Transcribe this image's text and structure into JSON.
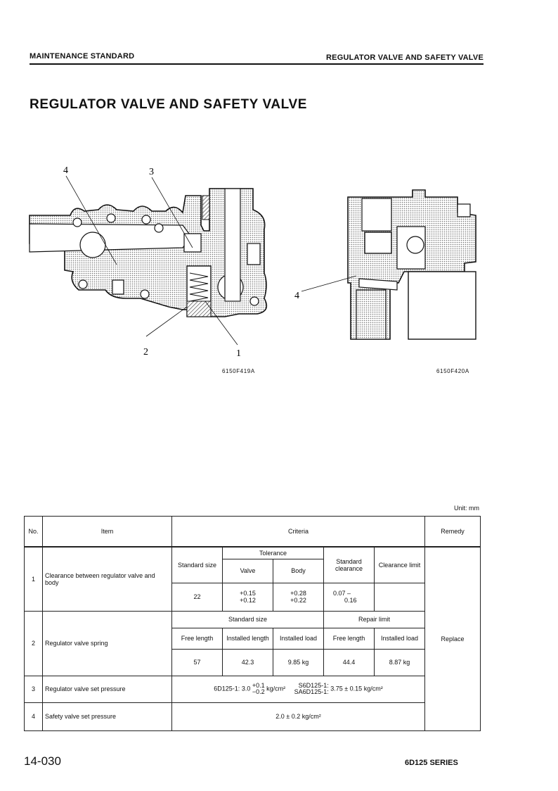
{
  "header": {
    "left": "MAINTENANCE STANDARD",
    "right": "REGULATOR VALVE AND SAFETY VALVE"
  },
  "title": "REGULATOR VALVE AND SAFETY VALVE",
  "figures": {
    "left": {
      "code": "6150F419A",
      "callouts": [
        "4",
        "3",
        "2",
        "1"
      ]
    },
    "right": {
      "code": "6150F420A",
      "callouts": [
        "4"
      ]
    }
  },
  "unit": "Unit: mm",
  "table": {
    "head": {
      "no": "No.",
      "item": "Item",
      "criteria": "Criteria",
      "remedy": "Remedy"
    },
    "row1": {
      "no": "1",
      "item": "Clearance between regulator valve and body",
      "std_size_label": "Standard size",
      "tolerance_label": "Tolerance",
      "valve_label": "Valve",
      "body_label": "Body",
      "std_clear_label": "Standard clearance",
      "clear_limit_label": "Clearance limit",
      "std_size": "22",
      "valve_tol_hi": "+0.15",
      "valve_tol_lo": "+0.12",
      "body_tol_hi": "+0.28",
      "body_tol_lo": "+0.22",
      "std_clear_a": "0.07 –",
      "std_clear_b": "0.16",
      "clear_limit": ""
    },
    "row2": {
      "no": "2",
      "item": "Regulator valve spring",
      "std_size_label": "Standard size",
      "repair_label": "Repair limit",
      "free_len_label": "Free length",
      "inst_len_label": "Installed length",
      "inst_load_label": "Installed load",
      "free_len_label2": "Free length",
      "inst_load_label2": "Installed load",
      "free_len": "57",
      "inst_len": "42.3",
      "inst_load": "9.85 kg",
      "repair_free": "44.4",
      "repair_load": "8.87 kg"
    },
    "row3": {
      "no": "3",
      "item": "Regulator valve set pressure",
      "model_a": "6D125-1:",
      "value_a": "3.0",
      "tol_hi": "+0.1",
      "tol_lo": "−0.2",
      "unit_a": "kg/cm²",
      "model_b1": "S6D125-1:",
      "model_b2": "SA6D125-1:",
      "value_b": "3.75 ± 0.15 kg/cm²"
    },
    "row4": {
      "no": "4",
      "item": "Safety valve set pressure",
      "value": "2.0 ± 0.2 kg/cm²"
    },
    "remedy": "Replace"
  },
  "footer": {
    "page": "14-030",
    "series": "6D125 SERIES"
  }
}
